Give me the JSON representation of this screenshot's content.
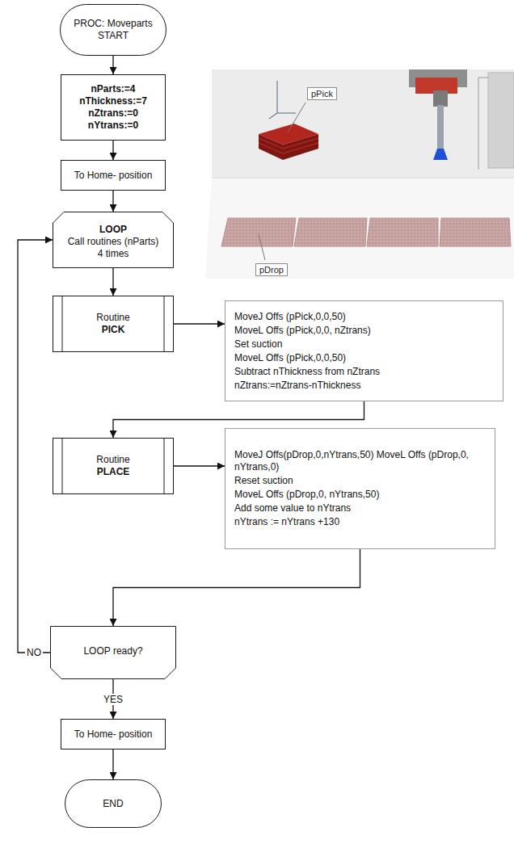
{
  "diagram": {
    "nodes": [
      {
        "text": [
          "PROC: Moveparts",
          "START"
        ]
      },
      {
        "text": [
          "nParts:=4",
          "nThickness:=7",
          "nZtrans:=0",
          "nYtrans:=0"
        ]
      },
      {
        "text": [
          "To Home- position"
        ]
      },
      {
        "text": [
          "LOOP",
          "Call routines (nParts) 4 times"
        ]
      },
      {
        "text": [
          "Routine",
          "PICK"
        ]
      },
      {
        "text": [
          "MoveJ Offs (pPick,0,0,50)",
          "MoveL Offs (pPick,0,0, nZtrans)",
          "Set suction",
          "MoveL Offs (pPick,0,0,50)",
          "Subtract nThickness from nZtrans",
          "nZtrans:=nZtrans-nThickness"
        ]
      },
      {
        "text": [
          "Routine",
          "PLACE"
        ]
      },
      {
        "text": [
          "MoveJ Offs(pDrop,0,nYtrans,50) MoveL Offs (pDrop,0, nYtrans,0)",
          "Reset suction",
          "MoveL Offs (pDrop,0, nYtrans,50)",
          "Add some value to nYtrans",
          "nYtrans := nYtrans +130"
        ]
      },
      {
        "text": [
          "LOOP ready?"
        ]
      },
      {
        "text": [
          "To Home- position"
        ]
      },
      {
        "text": [
          "END"
        ]
      }
    ],
    "edges": [
      {
        "from": 0,
        "to": 1,
        "arrow": "to"
      },
      {
        "from": 1,
        "to": 2,
        "arrow": "to"
      },
      {
        "from": 2,
        "to": 3,
        "arrow": "to"
      },
      {
        "from": 3,
        "to": 4,
        "arrow": "to"
      },
      {
        "from": 4,
        "to": 5,
        "arrow": "to"
      },
      {
        "from": 5,
        "to": 6,
        "arrow": "to"
      },
      {
        "from": 6,
        "to": 7,
        "arrow": "to"
      },
      {
        "from": 7,
        "to": 8,
        "arrow": "to"
      },
      {
        "from": 8,
        "to": 3,
        "label": "NO",
        "arrow": "to"
      },
      {
        "from": 8,
        "to": 9,
        "label": "YES",
        "arrow": "to"
      },
      {
        "from": 9,
        "to": 10,
        "arrow": "to"
      }
    ],
    "labels": [
      "pPick",
      "pDrop"
    ]
  }
}
